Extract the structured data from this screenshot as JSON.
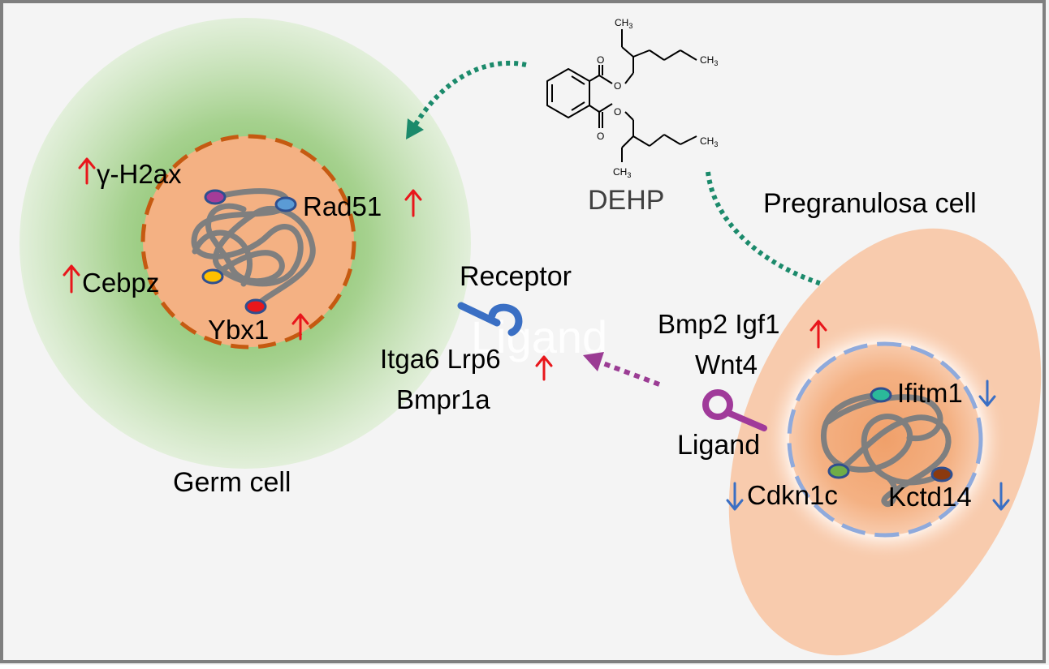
{
  "labels": {
    "germ_cell": "Germ cell",
    "pregranulosa_cell": "Pregranulosa cell",
    "dehp": "DEHP",
    "receptor": "Receptor",
    "ligand": "Ligand",
    "receptor_genes_line1": "Itga6 Lrp6",
    "receptor_genes_line2": "Bmpr1a",
    "ligand_genes_line1": "Bmp2 Igf1",
    "ligand_genes_line2": "Wnt4",
    "watermark": "Ligand"
  },
  "germ_genes": {
    "h2ax": "γ-H2ax",
    "rad51": "Rad51",
    "cebpz": "Cebpz",
    "ybx1": "Ybx1"
  },
  "granulosa_genes": {
    "ifitm1": "Ifitm1",
    "cdkn1c": "Cdkn1c",
    "kctd14": "Kctd14"
  },
  "molecule": {
    "ch3_1": "CH3",
    "ch3_2": "CH3",
    "ch3_3": "CH3",
    "ch3_4": "CH3",
    "o1": "O",
    "o2": "O",
    "o3": "O",
    "o4": "O"
  },
  "colors": {
    "up_arrow": "#e8161b",
    "down_arrow": "#3a6fc4",
    "dehp_arrow": "#1b8a6b",
    "signal_arrow": "#9b3c94",
    "receptor": "#3a6fc4",
    "ligand": "#a03a9a",
    "germ_nucleus": "#f4b183",
    "germ_membrane": "#c55a11",
    "granulosa_body": "#f8cbad",
    "granulosa_membrane": "#8faadc",
    "chromatin": "#7f7f7f"
  }
}
